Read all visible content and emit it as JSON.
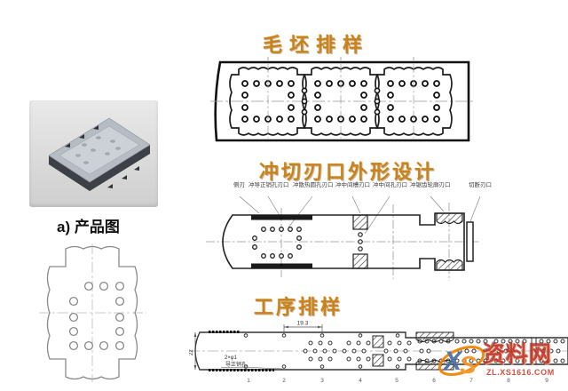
{
  "page": {
    "background": "#ffffff"
  },
  "left_panel": {
    "product_caption": "a) 产品图"
  },
  "sections": {
    "blank_layout": {
      "title": "毛坯排样"
    },
    "edge_design": {
      "title": "冲切刃口外形设计",
      "labels": [
        "侧刃",
        "冲导正销孔刃口",
        "冲散热圆孔刃口",
        "冲中间槽刃口",
        "冲中间孔刃口",
        "冲锯齿轮廓刃口",
        "切断刃口"
      ]
    },
    "process_layout": {
      "title": "工序排样",
      "pitch_dim": "19.3",
      "width_dim": "22",
      "pilot_note_line1": "2×φ1",
      "pilot_note_line2": "导正销孔",
      "stations": [
        "1",
        "2",
        "3",
        "4",
        "5",
        "6",
        "7",
        "8",
        "9"
      ]
    }
  },
  "watermark": {
    "logo_x": "X",
    "logo_s": "S",
    "site_name": "资料网",
    "site_url": "ZL.XS1616.COM"
  },
  "colors": {
    "title_orange": "#c8821e",
    "drawing_line": "#2b2b2b",
    "watermark_red": "#c0392b",
    "watermark_orange": "#f08300",
    "watermark_blue": "#4a6fa5"
  }
}
